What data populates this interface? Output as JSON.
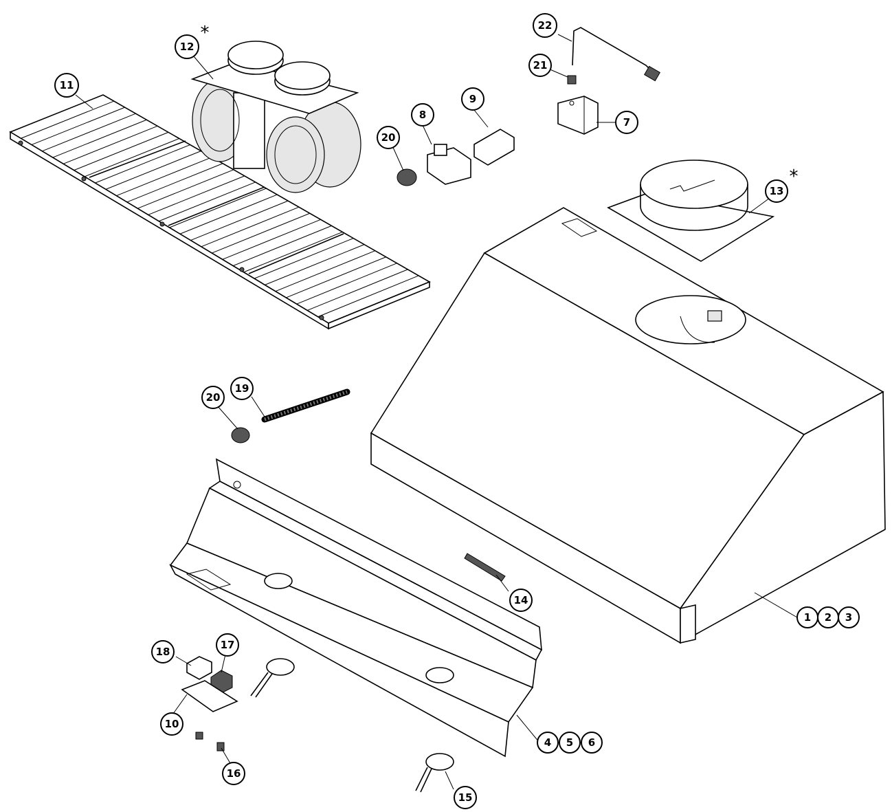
{
  "callouts": {
    "c1": "1",
    "c2": "2",
    "c3": "3",
    "c4": "4",
    "c5": "5",
    "c6": "6",
    "c7": "7",
    "c8": "8",
    "c9": "9",
    "c10": "10",
    "c11": "11",
    "c12": "12",
    "c13": "13",
    "c14": "14",
    "c15": "15",
    "c16": "16",
    "c17": "17",
    "c18": "18",
    "c19": "19",
    "c20a": "20",
    "c20b": "20",
    "c21": "21",
    "c22": "22"
  },
  "marks": {
    "star_blower": "*",
    "star_transition": "*"
  }
}
